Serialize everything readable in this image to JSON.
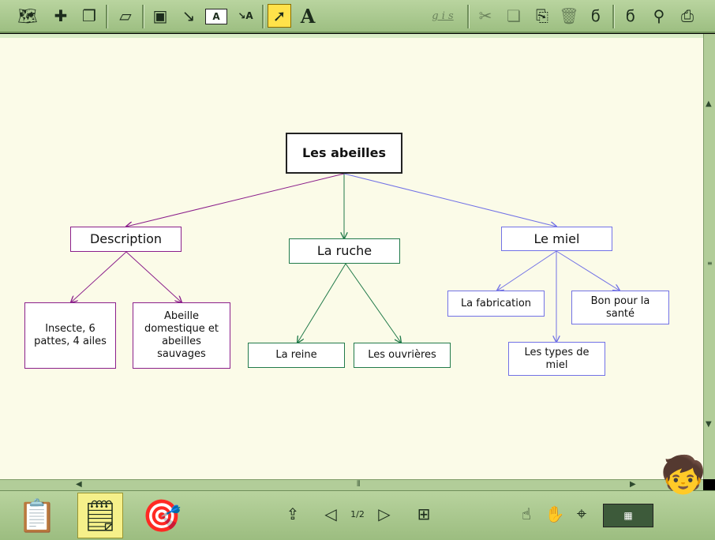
{
  "map": {
    "root": "Les abeilles",
    "description": "Description",
    "desc_child1": "Insecte, 6 pattes, 4 ailes",
    "desc_child2": "Abeille domestique et abeilles sauvages",
    "ruche": "La ruche",
    "ruche_child1": "La reine",
    "ruche_child2": "Les ouvrières",
    "miel": "Le miel",
    "miel_child1": "La fabrication",
    "miel_child2": "Bon pour la santé",
    "miel_child3": "Les types de miel"
  },
  "colors": {
    "description_branch": "#8b1f8b",
    "ruche_branch": "#217a4a",
    "miel_branch": "#7272e6",
    "canvas_bg": "#fbfbe8",
    "toolbar_bg": "#a9c98e"
  },
  "toolbar": {
    "format_letters": "g i s"
  },
  "bottombar": {
    "page_indicator": "1/2"
  },
  "icons": [
    "map-icon",
    "add-idea-icon",
    "ideas-icon",
    "page-icon",
    "picture-icon",
    "link-icon",
    "text-box-icon",
    "linked-text-icon",
    "select-arrow-icon",
    "font-icon",
    "cut-icon",
    "copy-icon",
    "paste-icon",
    "trash-icon",
    "spiral-icon",
    "zoom-icon",
    "print-icon",
    "checklist-icon",
    "notes-icon",
    "target-icon",
    "arrange-icon",
    "prev-page-icon",
    "next-page-icon",
    "new-page-icon",
    "pointer-hand-icon",
    "hand-icon",
    "crosshair-icon",
    "overview-map-icon",
    "character-icon"
  ]
}
